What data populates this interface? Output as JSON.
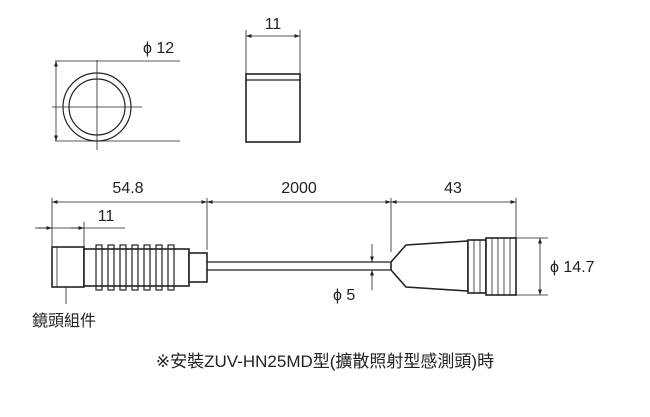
{
  "dimensions": {
    "head_diameter": "ϕ 12",
    "head_length": "11",
    "head_assembly_length": "54.8",
    "cable_length": "2000",
    "connector_length": "43",
    "head_tip_length": "11",
    "connector_diameter": "ϕ 14.7",
    "cable_diameter": "ϕ 5"
  },
  "labels": {
    "head_assembly": "鏡頭組件",
    "footnote": "※安裝ZUV-HN25MD型(擴散照射型感測頭)時"
  }
}
